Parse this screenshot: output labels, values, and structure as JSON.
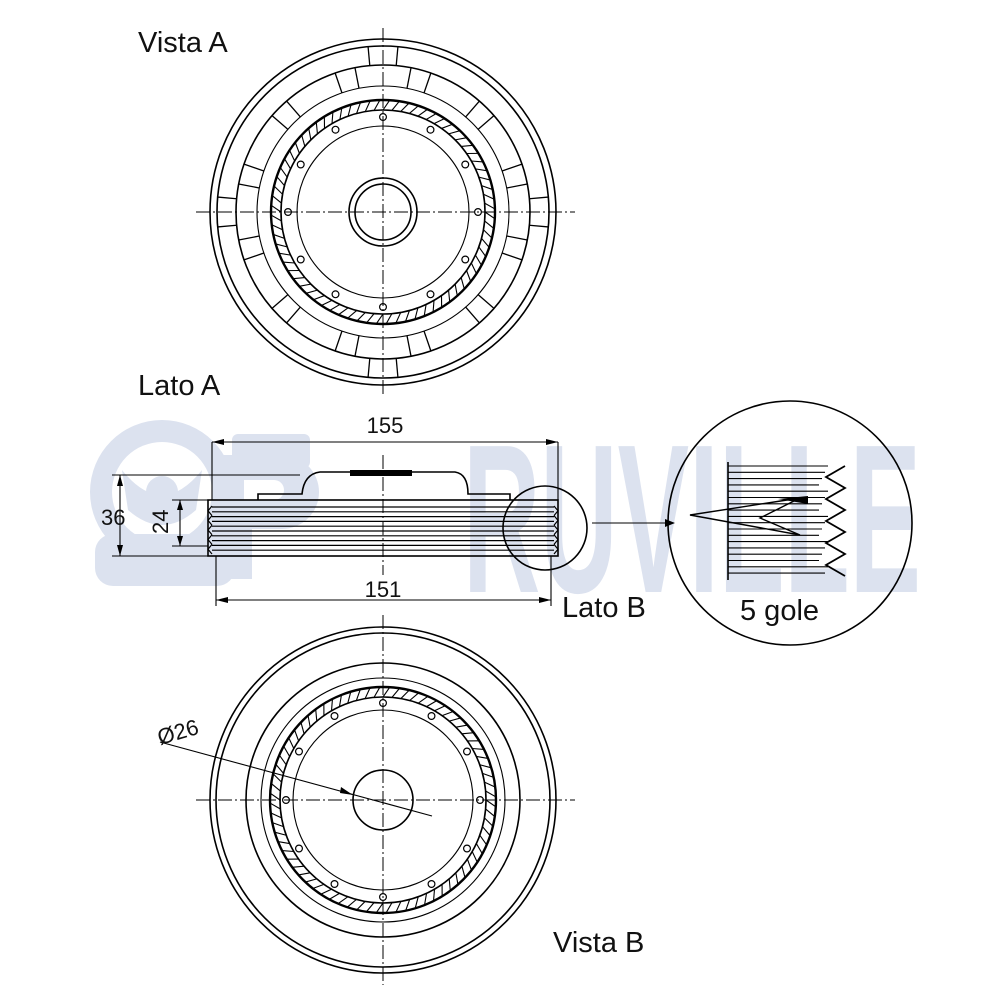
{
  "labels": {
    "view_a": "Vista A",
    "side_a": "Lato A",
    "side_b": "Lato B",
    "view_b": "Vista B",
    "grooves": "5 gole"
  },
  "dimensions": {
    "outer_diameter": "155",
    "groove_diameter": "151",
    "height_total": "36",
    "height_belt": "24",
    "bore_diameter": "Ø26"
  },
  "watermark": {
    "brand": "RUVILLE",
    "color": "#dce2ef"
  }
}
